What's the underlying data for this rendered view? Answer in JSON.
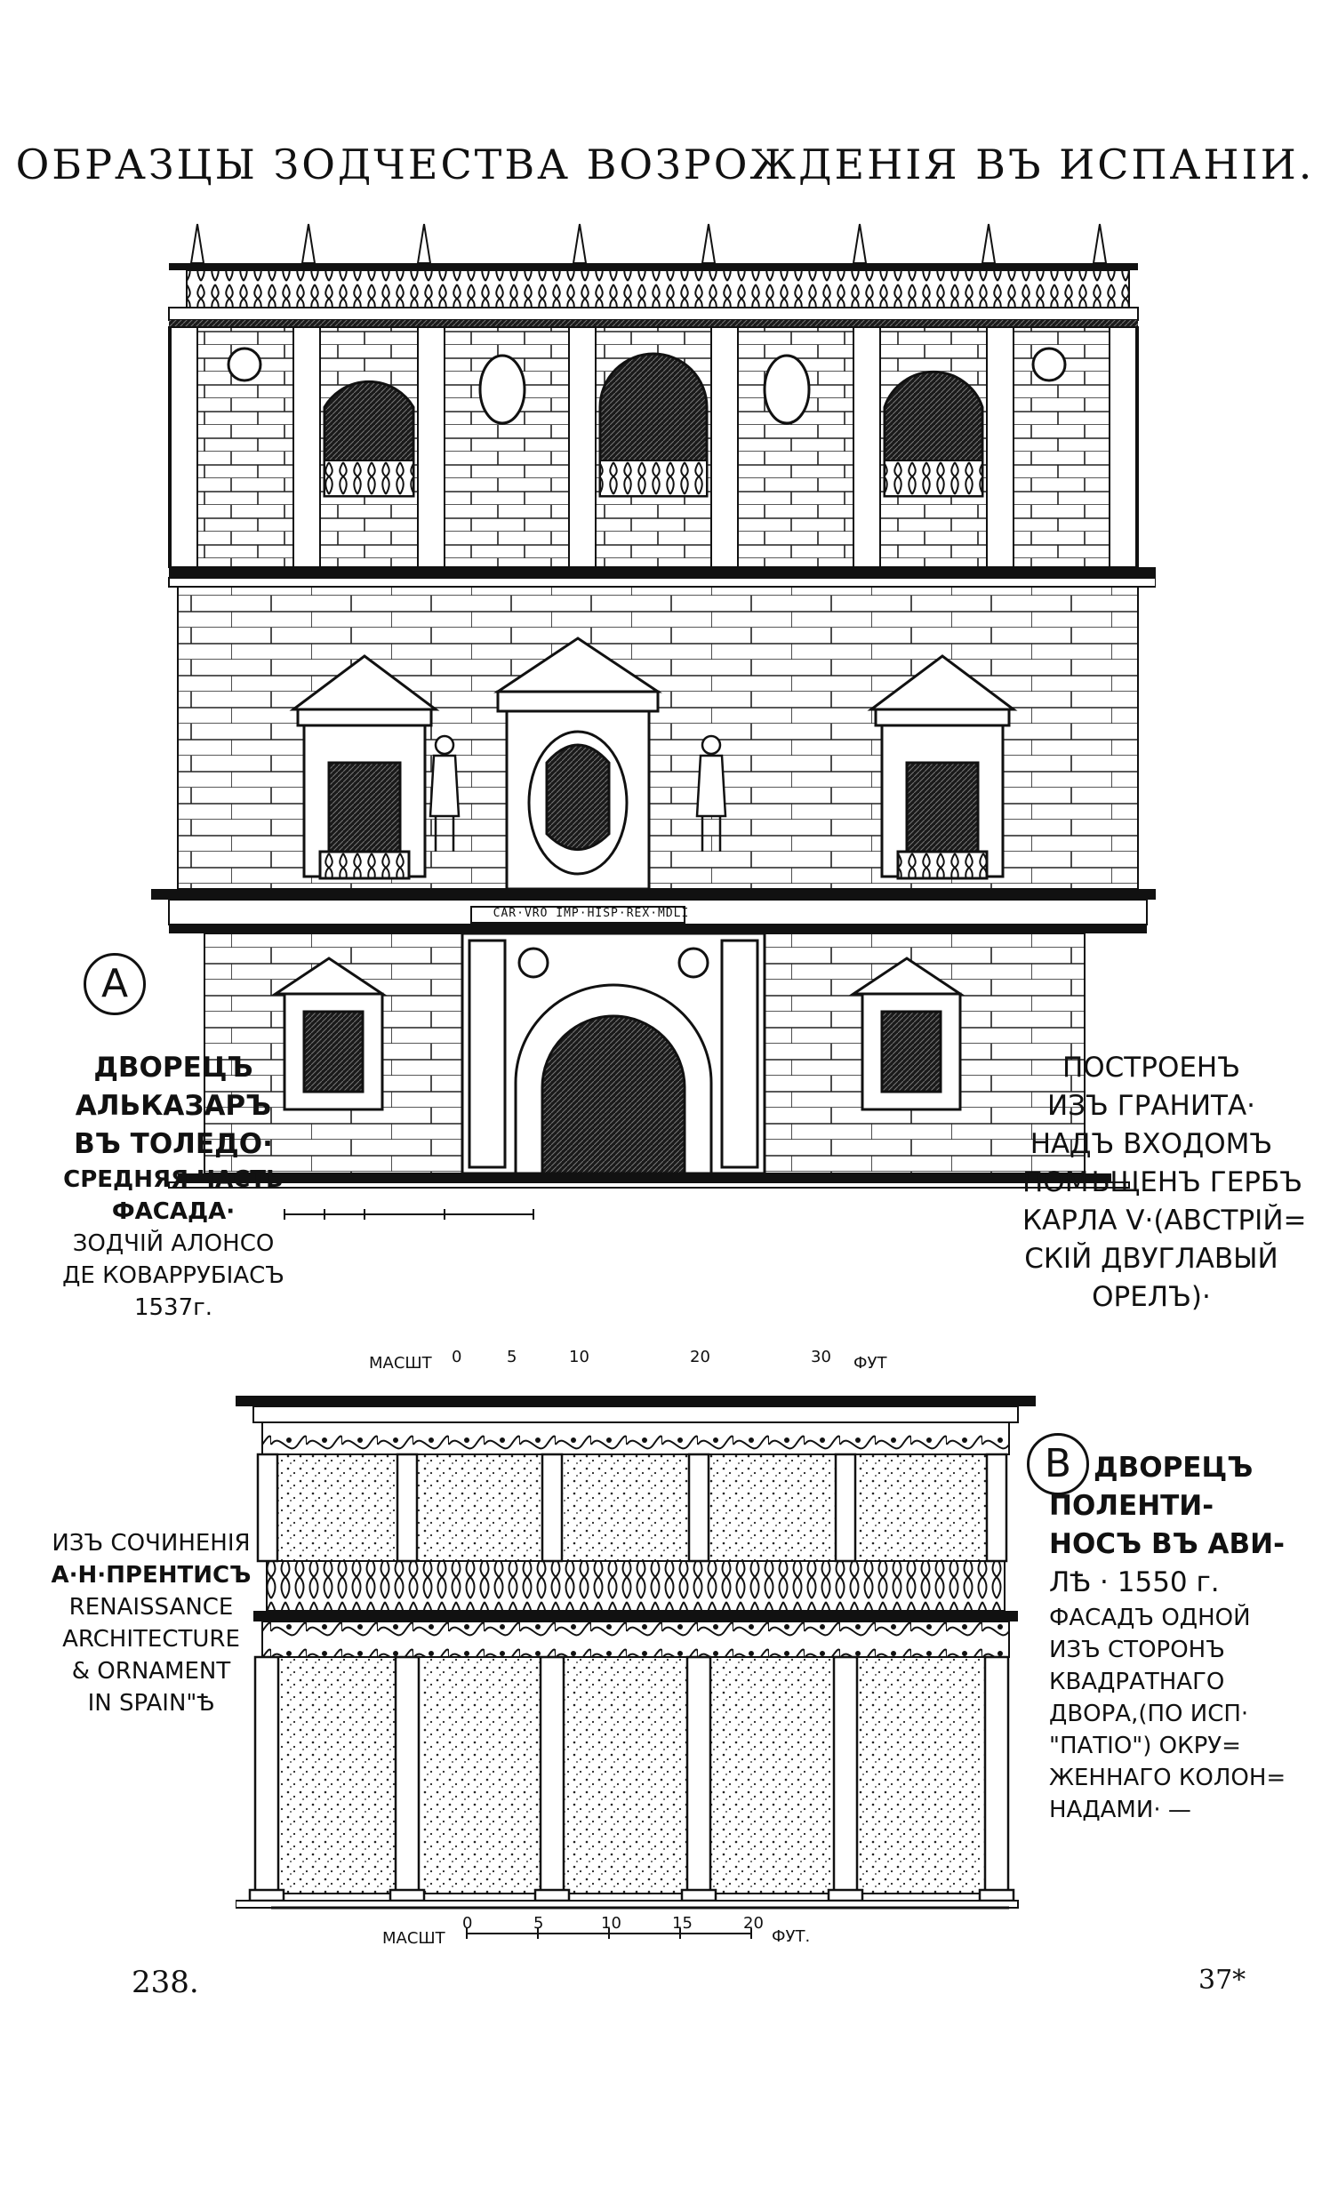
{
  "page": {
    "title": "ОБРАЗЦЫ ЗОДЧЕСТВА ВОЗРОЖДЕНІЯ ВЪ ИСПАНІИ.",
    "page_number_left": "238.",
    "page_number_right": "37*"
  },
  "figure_a": {
    "marker": "A",
    "inscription": "CAR·VRO IMP·HISP·REX·MDLI",
    "caption_left": {
      "line1": "ДВОРЕЦЪ",
      "line2": "АЛЬКАЗАРЪ",
      "line3": "ВЪ ТОЛЕДО·",
      "line4": "СРЕДНЯЯ ЧАСТЬ",
      "line5": "ФАСАДА·",
      "line6": "ЗОДЧІЙ АЛОНСО",
      "line7": "ДЕ КОВАРРУБІАСЪ",
      "line8": "1537г."
    },
    "caption_right": {
      "line1": "ПОСТРОЕНЪ",
      "line2": "ИЗЪ ГРАНИТА·",
      "line3": "НАДЪ ВХОДОМЪ",
      "line4": "ПОМѢЩЕНЪ ГЕРБЪ",
      "line5": "КАРЛА V·(АВСТРІЙ=",
      "line6": "СКІЙ ДВУГЛАВЫЙ",
      "line7": "ОРЕЛЪ)·"
    },
    "scale": {
      "label": "МАСШТ",
      "ticks": [
        "0",
        "5",
        "10",
        "20",
        "30"
      ],
      "unit": "ФУТ"
    }
  },
  "figure_b": {
    "marker": "B",
    "caption_left": {
      "line1": "ИЗЪ СОЧИНЕНІЯ",
      "line2": "А·Н·ПРЕНТИСЪ",
      "line3": "RENAISSANCE",
      "line4": "ARCHITECTURE",
      "line5": "& ORNAMENT",
      "line6": "IN SPAIN\"Ѣ"
    },
    "caption_right": {
      "line1": "ДВОРЕЦЪ",
      "line2": "ПОЛЕНТИ-",
      "line3": "НОСЪ ВЪ АВИ-",
      "line4": "ЛѢ · 1550 г.",
      "line5": "ФАСАДЪ ОДНОЙ",
      "line6": "ИЗЪ СТОРОНЪ",
      "line7": "КВАДРАТНАГО",
      "line8": "ДВОРА,(ПО ИСП·",
      "line9": "\"ПАТІО\") ОКРУ=",
      "line10": "ЖЕННАГО КОЛОН=",
      "line11": "НАДАМИ· —"
    },
    "scale": {
      "label": "МАСШТ",
      "ticks": [
        "0",
        "5",
        "10",
        "15",
        "20"
      ],
      "unit": "ФУТ."
    }
  }
}
